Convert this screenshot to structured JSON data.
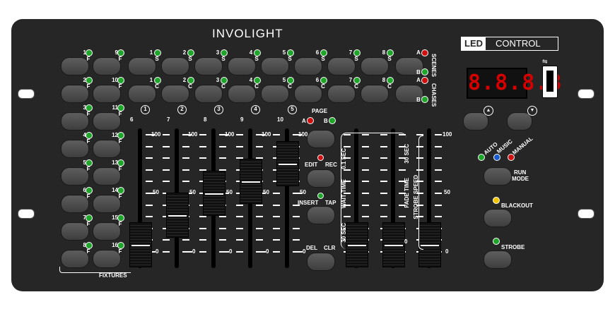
{
  "brand": {
    "logo_text": "INVOLIGHT"
  },
  "led_logo": {
    "left": "LED",
    "right": "CONTROL"
  },
  "display": {
    "value": "8.8.8.8"
  },
  "colors": {
    "panel": "#262626",
    "led_green": "#1fa52a",
    "led_red": "#d01010",
    "led_blue": "#1a5ad0",
    "led_yellow": "#f0c400",
    "display_red": "#d40000"
  },
  "icons": {
    "usb": "usb-icon",
    "up": "arrow-up-icon",
    "down": "arrow-down-icon"
  },
  "fixtures": {
    "label": "FIXTURES",
    "left": [
      {
        "num": "1",
        "sub": "F"
      },
      {
        "num": "2",
        "sub": "F"
      },
      {
        "num": "3",
        "sub": "F"
      },
      {
        "num": "4",
        "sub": "F"
      },
      {
        "num": "5",
        "sub": "F"
      },
      {
        "num": "6",
        "sub": "F"
      },
      {
        "num": "7",
        "sub": "F"
      },
      {
        "num": "8",
        "sub": "F"
      }
    ],
    "right": [
      {
        "num": "9",
        "sub": "F"
      },
      {
        "num": "10",
        "sub": "F"
      },
      {
        "num": "11",
        "sub": "F"
      },
      {
        "num": "12",
        "sub": "F"
      },
      {
        "num": "13",
        "sub": "F"
      },
      {
        "num": "14",
        "sub": "F"
      },
      {
        "num": "15",
        "sub": "F"
      },
      {
        "num": "16",
        "sub": "F"
      }
    ]
  },
  "scenes": {
    "row1": [
      {
        "num": "1",
        "sub": "S"
      },
      {
        "num": "2",
        "sub": "S"
      },
      {
        "num": "3",
        "sub": "S"
      },
      {
        "num": "4",
        "sub": "S"
      },
      {
        "num": "5",
        "sub": "S"
      },
      {
        "num": "6",
        "sub": "S"
      },
      {
        "num": "7",
        "sub": "S"
      },
      {
        "num": "8",
        "sub": "S"
      }
    ],
    "row2": [
      {
        "num": "1",
        "sub": "C"
      },
      {
        "num": "2",
        "sub": "C"
      },
      {
        "num": "3",
        "sub": "C"
      },
      {
        "num": "4",
        "sub": "C"
      },
      {
        "num": "5",
        "sub": "C"
      },
      {
        "num": "6",
        "sub": "C"
      },
      {
        "num": "7",
        "sub": "C"
      },
      {
        "num": "8",
        "sub": "C"
      }
    ]
  },
  "side_labels": {
    "scenes": "SCENES",
    "chases": "CHASES",
    "a": "A",
    "b": "B"
  },
  "channels": [
    {
      "circle": "1",
      "ring": "6",
      "value": 0
    },
    {
      "circle": "2",
      "ring": "7",
      "value": 30
    },
    {
      "circle": "3",
      "ring": "8",
      "value": 52
    },
    {
      "circle": "4",
      "ring": "9",
      "value": 64
    },
    {
      "circle": "5",
      "ring": "10",
      "value": 82
    }
  ],
  "scale": {
    "max": "100",
    "mid": "50",
    "min": "0"
  },
  "page": {
    "label": "PAGE",
    "a": "A",
    "b": "B"
  },
  "edit_rec": {
    "left": "EDIT",
    "right": "REC"
  },
  "insert_tap": {
    "left": "INSERT",
    "right": "TAP"
  },
  "del_clr": {
    "left": "DEL",
    "right": "CLR"
  },
  "wait_time": {
    "label": "WAIT TIME",
    "top": "0.1 SEC",
    "bottom": "30 SEC",
    "value": 0
  },
  "fade_time": {
    "label": "FADE TIME",
    "top": "30 SEC",
    "bottom": "0",
    "value": 0
  },
  "strobe_speed": {
    "label": "STROBE SPEED",
    "value": 0
  },
  "right_scale": {
    "max": "100",
    "mid": "50",
    "min": "0"
  },
  "modes": {
    "auto": "AUTO",
    "music": "MUSIC",
    "manual": "MANUAL",
    "run_mode_1": "RUN",
    "run_mode_2": "MODE"
  },
  "blackout": {
    "label": "BLACKOUT"
  },
  "strobe": {
    "label": "STROBE"
  }
}
